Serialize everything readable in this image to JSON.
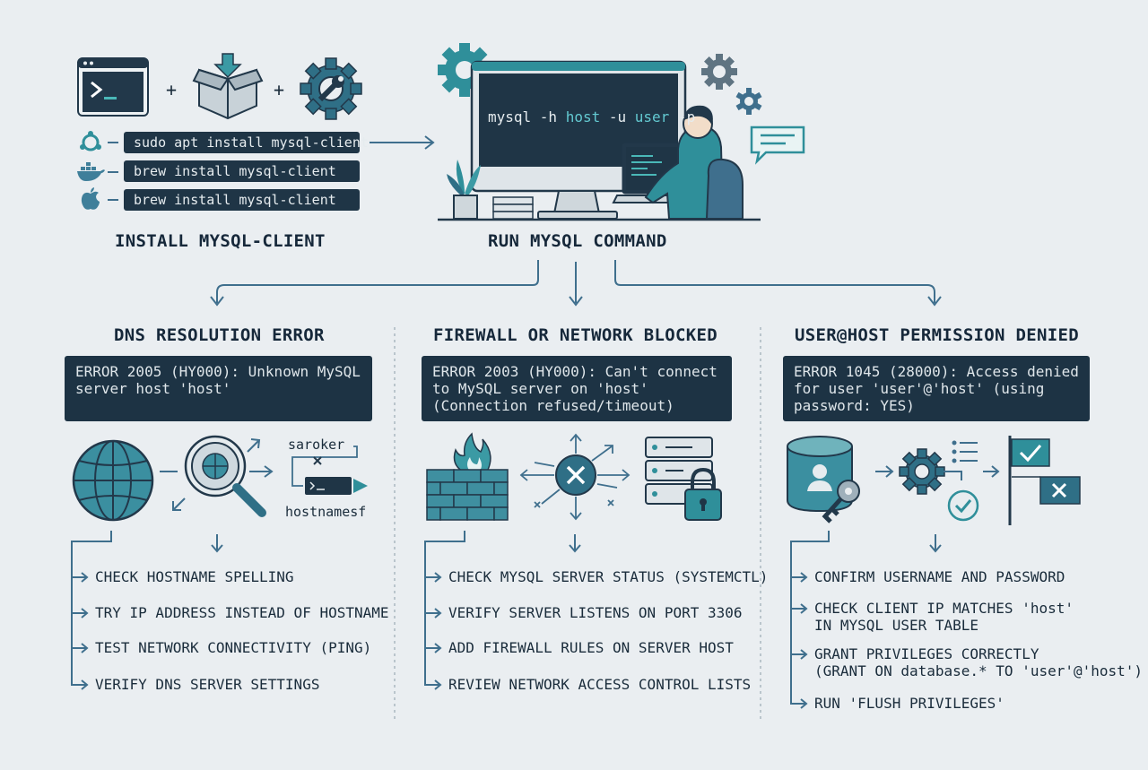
{
  "install": {
    "commands": [
      "sudo apt install mysql-client",
      "brew install mysql-client",
      "brew install mysql-client"
    ],
    "os_icons": [
      "ubuntu-icon",
      "docker-icon",
      "apple-icon"
    ],
    "title": "INSTALL MYSQL-CLIENT"
  },
  "run": {
    "screen_prefix": "mysql -h ",
    "screen_host": "host",
    "screen_mid": " -u ",
    "screen_user": "user",
    "screen_suffix": " -p",
    "title": "RUN MYSQL COMMAND"
  },
  "columns": [
    {
      "title": "DNS RESOLUTION ERROR",
      "error": "ERROR 2005 (HY000): Unknown MySQL\nserver host 'host'",
      "labels": [
        "saroker",
        "hostnamesf"
      ],
      "steps": [
        "CHECK HOSTNAME SPELLING",
        "TRY IP ADDRESS INSTEAD OF HOSTNAME",
        "TEST NETWORK CONNECTIVITY (PING)",
        "VERIFY DNS SERVER SETTINGS"
      ]
    },
    {
      "title": "FIREWALL OR NETWORK BLOCKED",
      "error": "ERROR 2003 (HY000): Can't connect\nto MySQL server on 'host'\n(Connection refused/timeout)",
      "steps": [
        "CHECK MYSQL SERVER STATUS (SYSTEMCTL)",
        "VERIFY SERVER LISTENS ON PORT 3306",
        "ADD FIREWALL RULES ON SERVER HOST",
        "REVIEW NETWORK ACCESS CONTROL LISTS"
      ]
    },
    {
      "title": "USER@HOST PERMISSION DENIED",
      "error": "ERROR 1045 (28000): Access denied\nfor user 'user'@'host' (using\npassword: YES)",
      "steps": [
        "CONFIRM USERNAME AND PASSWORD",
        "CHECK CLIENT IP MATCHES 'host'\nIN MYSQL USER TABLE",
        "GRANT PRIVILEGES CORRECTLY\n(GRANT ON database.* TO 'user'@'host')",
        "RUN 'FLUSH PRIVILEGES'"
      ]
    }
  ],
  "colors": {
    "teal": "#2f8f9a",
    "navy": "#1f3546",
    "slate": "#3f6f8d",
    "background": "#eaeef1"
  }
}
